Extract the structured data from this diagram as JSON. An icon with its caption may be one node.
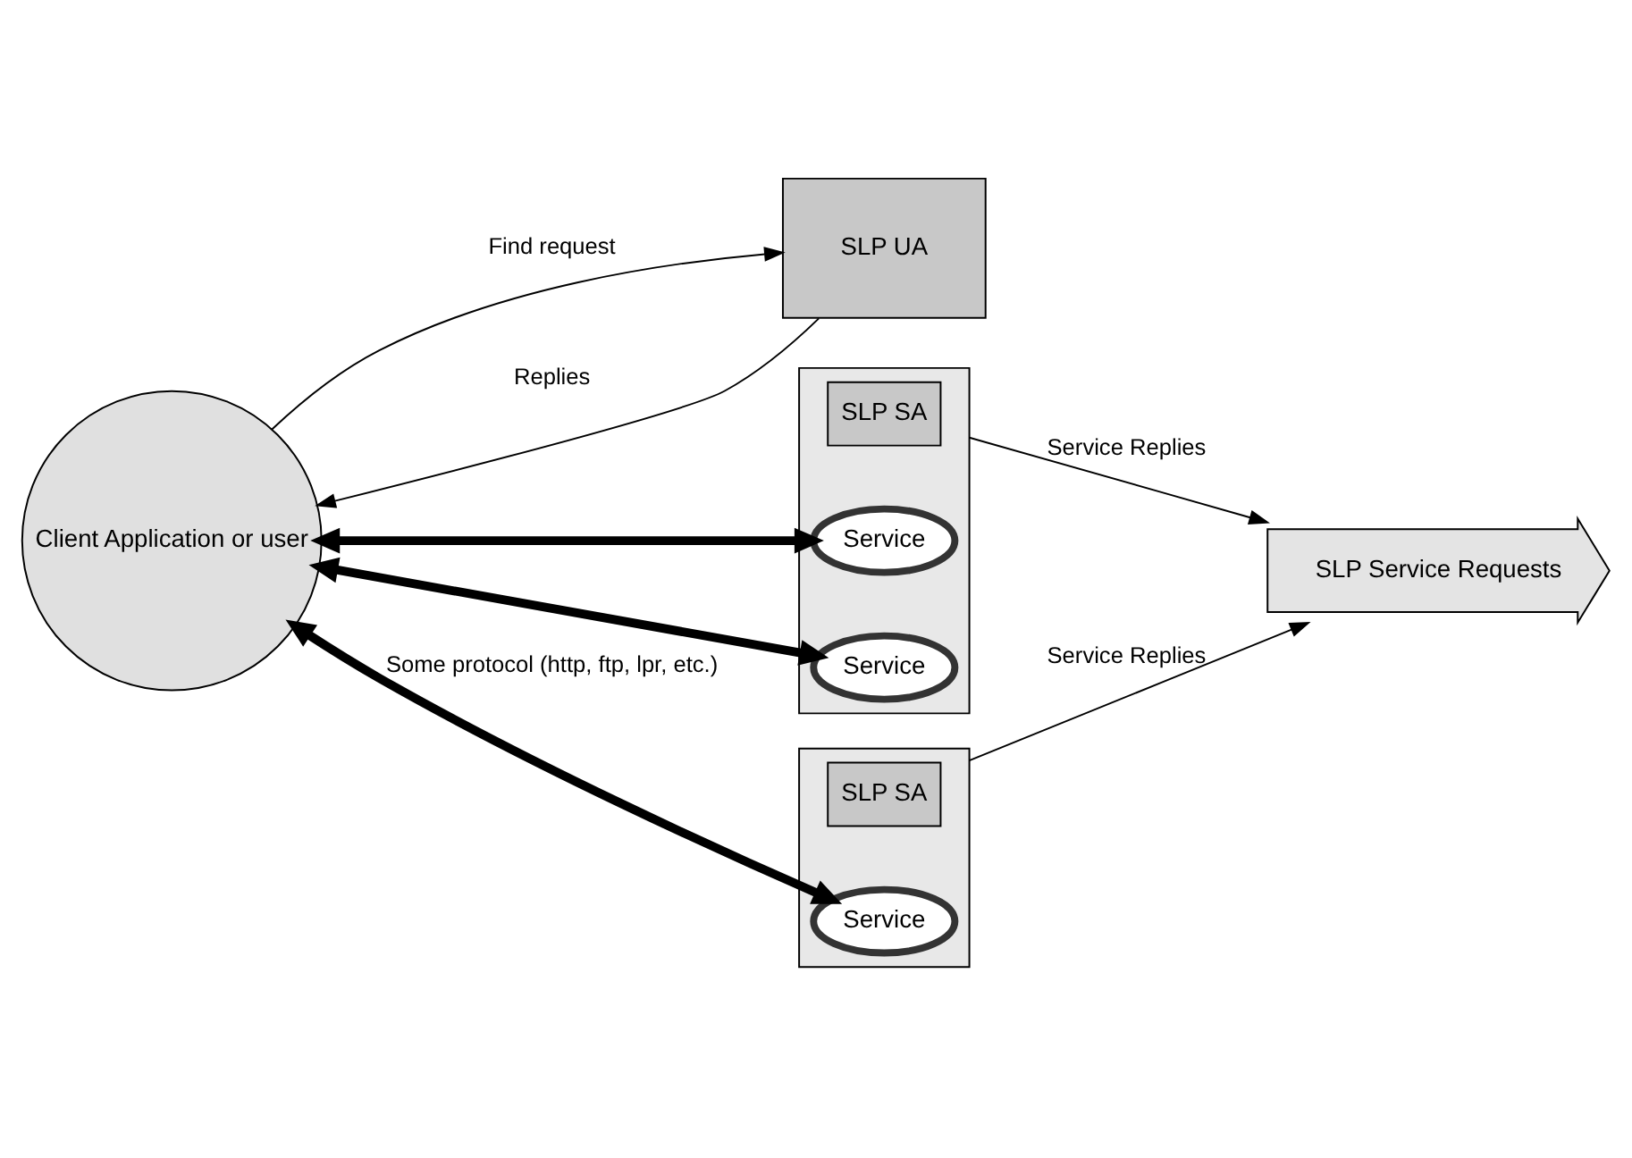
{
  "diagram": {
    "nodes": [
      {
        "text": [
          "Client Application or user"
        ]
      },
      {
        "text": [
          "SLP UA"
        ]
      },
      {
        "text": [
          "SLP Service Requests"
        ]
      },
      {
        "text": [],
        "shape": "box"
      },
      {
        "text": [
          "SLP SA"
        ],
        "in": 3
      },
      {
        "text": [
          "Service"
        ],
        "in": 3
      },
      {
        "text": [
          "Service"
        ],
        "in": 3
      },
      {
        "text": [],
        "shape": "box"
      },
      {
        "text": [
          "SLP SA"
        ],
        "in": 7
      },
      {
        "text": [
          "Service"
        ],
        "in": 7
      }
    ],
    "edges": [
      {
        "from": 0,
        "to": 1,
        "arrow": "to",
        "label": "Find request"
      },
      {
        "from": 1,
        "to": 0,
        "arrow": "to",
        "label": "Replies"
      },
      {
        "from": 3,
        "to": 2,
        "arrow": "to",
        "label": "Service Replies"
      },
      {
        "from": 7,
        "to": 2,
        "arrow": "to",
        "label": "Service Replies"
      },
      {
        "from": 0,
        "to": 9,
        "arrow": "both",
        "style": "thick",
        "label": "Some protocol (http, ftp, lpr, etc.)"
      },
      {
        "from": 0,
        "to": 5,
        "arrow": "both",
        "style": "thick"
      },
      {
        "from": 0,
        "to": 6,
        "arrow": "both",
        "style": "thick"
      }
    ]
  }
}
